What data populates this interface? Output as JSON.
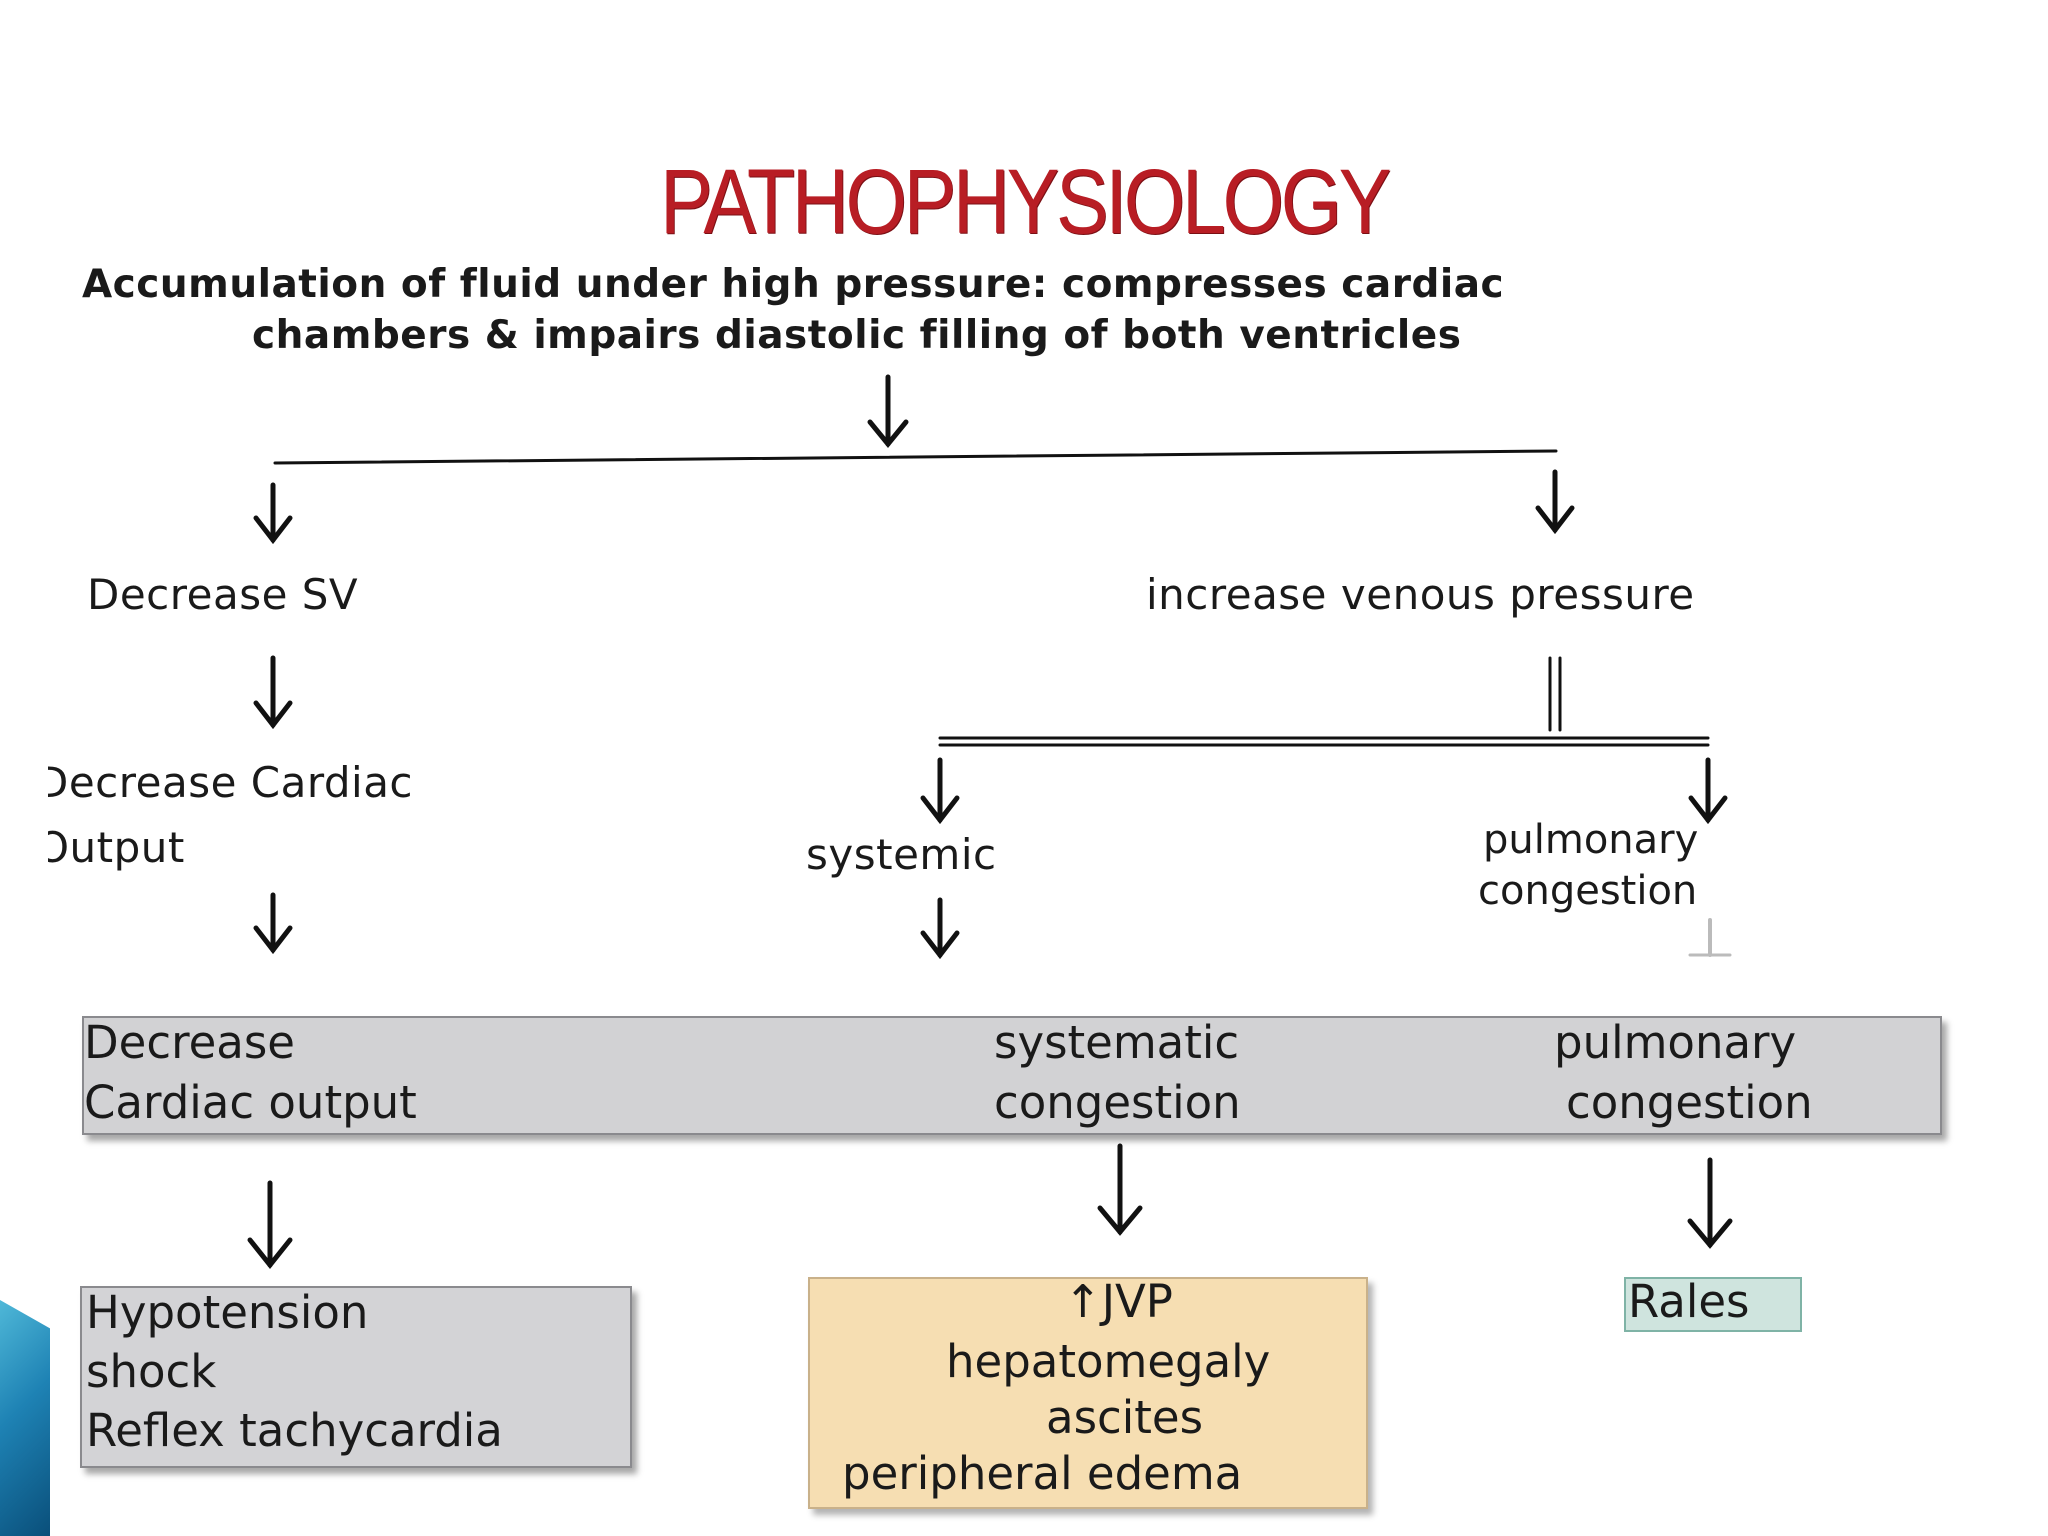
{
  "title": "PATHOPHYSIOLOGY",
  "intro": {
    "line1": "Accumulation of fluid under high pressure:  compresses cardiac",
    "line2": "chambers & impairs  diastolic filling of both ventricles"
  },
  "branches": {
    "left_label": "Decrease SV",
    "right_label": "increase venous pressure",
    "cardiac_output_line1": "Decrease Cardiac",
    "cardiac_output_line2": "Output",
    "systemic_label": "systemic",
    "pulmonary_line1": "pulmonary",
    "pulmonary_line2": "congestion"
  },
  "summary_bar": {
    "col1_line1": "Decrease",
    "col1_line2": "Cardiac output",
    "col2_line1": "systematic",
    "col2_line2": "congestion",
    "col3_line1": "pulmonary",
    "col3_line2": "congestion"
  },
  "outcomes": {
    "cardiac": [
      "Hypotension",
      "shock",
      "Reflex tachycardia"
    ],
    "systemic": [
      "↑JVP",
      "hepatomegaly",
      "ascites",
      "peripheral edema"
    ],
    "pulmonary": [
      "Rales"
    ]
  },
  "colors": {
    "title": "#b81d24",
    "bar_fill": "#d2d2d4",
    "gray_box": "#d3d3d6",
    "tan_box": "#f6deb2",
    "green_box": "#cfe4de",
    "accent": "#1e82b4"
  }
}
